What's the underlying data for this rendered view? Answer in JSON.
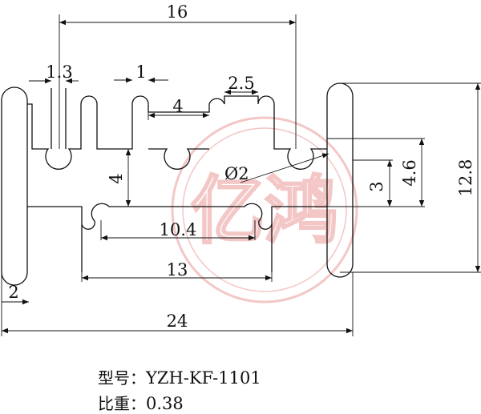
{
  "dimensions": {
    "overall_width": "24",
    "top_span": "16",
    "slot_width_left": "1.3",
    "slot_width_mid": "1",
    "fin_width": "2.5",
    "groove_gap": "4",
    "groove_depth": "4",
    "hole_diameter": "Ø2",
    "channel_inner": "10.4",
    "channel_outer": "13",
    "height_3": "3",
    "height_4_6": "4.6",
    "overall_height": "12.8",
    "wall_thickness": "2"
  },
  "watermark": {
    "text": "亿鸿",
    "color": "#e06060"
  },
  "info": {
    "model_label": "型号：",
    "model_value": "YZH-KF-1101",
    "weight_label": "比重：",
    "weight_value": "0.38"
  },
  "colors": {
    "line": "#111111",
    "watermark": "#e8a0a0"
  }
}
